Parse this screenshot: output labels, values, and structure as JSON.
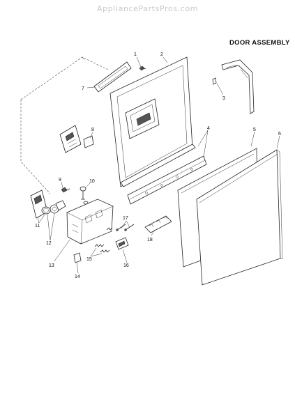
{
  "watermark": "AppliancePartsPros.com",
  "title": "DOOR ASSEMBLY",
  "callouts": {
    "c1": "1",
    "c2": "2",
    "c3": "3",
    "c4": "4",
    "c5": "5",
    "c6": "6",
    "c7": "7",
    "c8": "8",
    "c9": "9",
    "c10": "10",
    "c11": "11",
    "c12": "12",
    "c13": "13",
    "c14": "14",
    "c15": "15",
    "c16": "16",
    "c17": "17",
    "c18": "18"
  }
}
